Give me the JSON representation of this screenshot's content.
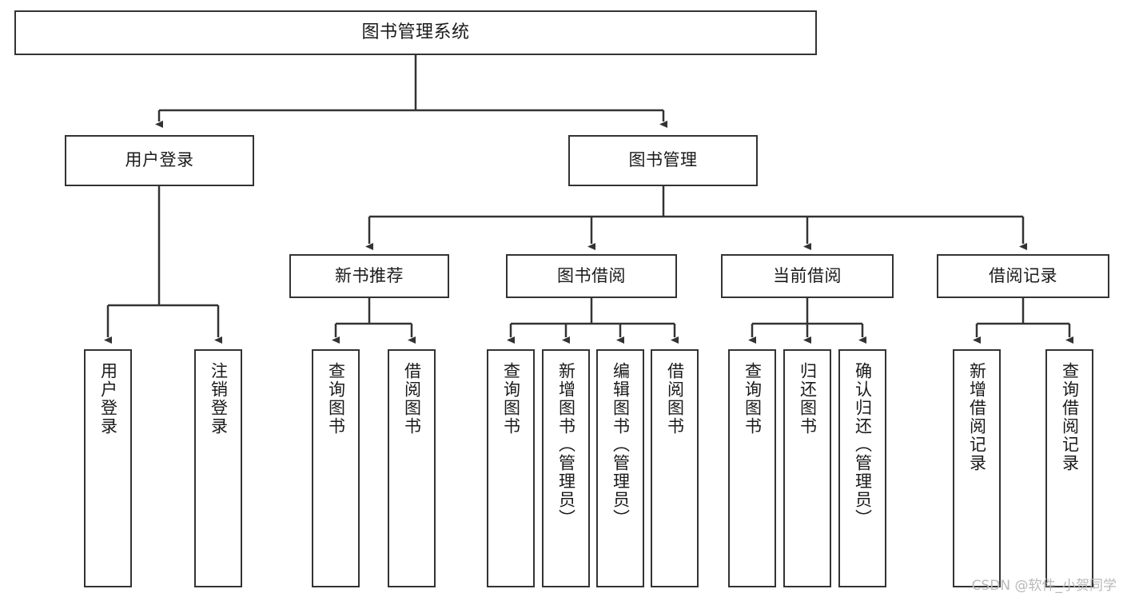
{
  "diagram": {
    "title": "图书管理系统",
    "type": "tree",
    "orientation": "top-down",
    "levels": 4,
    "line_color": "#333333",
    "box_fill": "#ffffff",
    "text_color": "#1a1a1a"
  },
  "watermark": {
    "text": "CSDN @软件_小贺同学",
    "color": "#b9b9b9"
  },
  "nodes": {
    "root": {
      "label": "图书管理系统"
    },
    "level2": [
      {
        "label": "用户登录"
      },
      {
        "label": "图书管理"
      }
    ],
    "level3": [
      {
        "label": "新书推荐"
      },
      {
        "label": "图书借阅"
      },
      {
        "label": "当前借阅"
      },
      {
        "label": "借阅记录"
      }
    ],
    "leaves": {
      "user_login": [
        {
          "label": "用户登录"
        },
        {
          "label": "注销登录"
        }
      ],
      "new_book": [
        {
          "label": "查询图书"
        },
        {
          "label": "借阅图书"
        }
      ],
      "book_borrow": [
        {
          "label": "查询图书"
        },
        {
          "label": "新增图书（管理员）"
        },
        {
          "label": "编辑图书（管理员）"
        },
        {
          "label": "借阅图书"
        }
      ],
      "current_borrow": [
        {
          "label": "查询图书"
        },
        {
          "label": "归还图书"
        },
        {
          "label": "确认归还（管理员）"
        }
      ],
      "borrow_record": [
        {
          "label": "新增借阅记录"
        },
        {
          "label": "查询借阅记录"
        }
      ]
    }
  }
}
